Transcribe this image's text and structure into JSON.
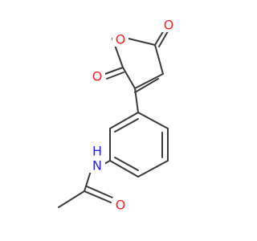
{
  "molecule": {
    "atoms": {
      "o_ring": {
        "symbol": "O",
        "color": "#ff2020"
      },
      "o_carbonyl_top": {
        "symbol": "O",
        "color": "#ff2020"
      },
      "o_carbonyl_left": {
        "symbol": "O",
        "color": "#ff2020"
      },
      "nitrogen": {
        "symbol": "N",
        "color": "#2020ff"
      },
      "hydrogen": {
        "symbol": "H",
        "color": "#2020ff"
      },
      "o_amide": {
        "symbol": "O",
        "color": "#ff2020"
      }
    },
    "bond_color": "#3a3a3a"
  }
}
